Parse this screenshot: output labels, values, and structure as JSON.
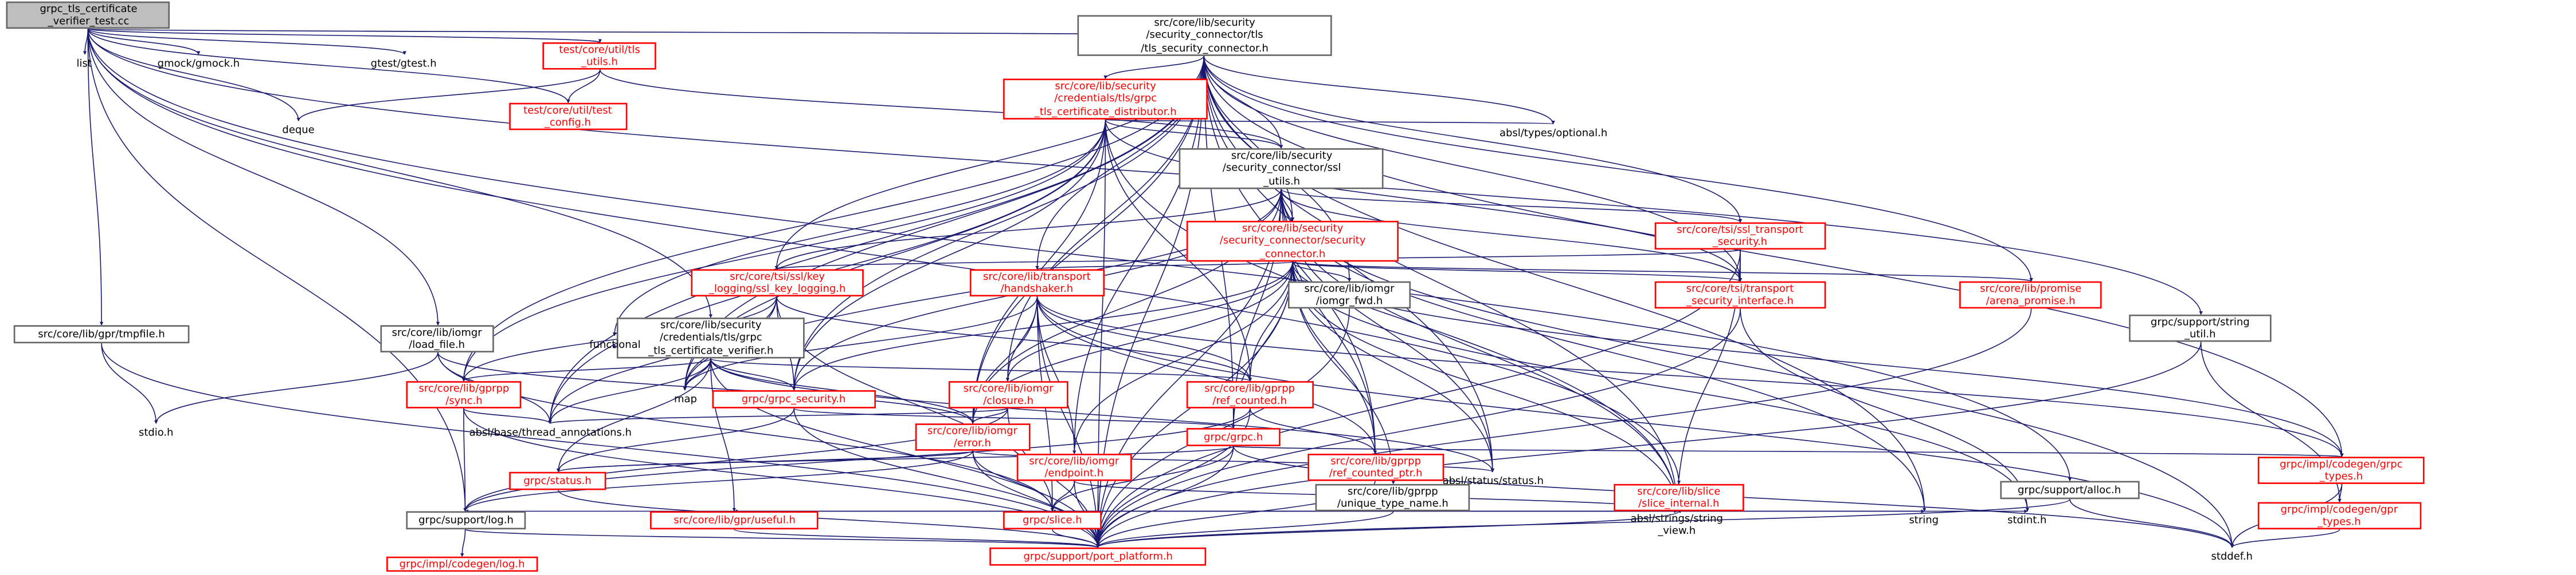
{
  "nodes": {
    "root": {
      "label": "grpc_tls_certificate\n_verifier_test.cc"
    },
    "list": {
      "label": "list"
    },
    "gmock": {
      "label": "gmock/gmock.h"
    },
    "gtest": {
      "label": "gtest/gtest.h"
    },
    "test_utils": {
      "label": "test/core/util/tls\n_utils.h"
    },
    "deque": {
      "label": "deque"
    },
    "test_config": {
      "label": "test/core/util/test\n_config.h"
    },
    "tmpfile": {
      "label": "src/core/lib/gpr/tmpfile.h"
    },
    "load_file": {
      "label": "src/core/lib/iomgr\n/load_file.h"
    },
    "cert_verifier": {
      "label": "src/core/lib/security\n/credentials/tls/grpc\n_tls_certificate_verifier.h"
    },
    "tls_connector": {
      "label": "src/core/lib/security\n/security_connector/tls\n/tls_security_connector.h"
    },
    "cert_distributor": {
      "label": "src/core/lib/security\n/credentials/tls/grpc\n_tls_certificate_distributor.h"
    },
    "ssl_utils": {
      "label": "src/core/lib/security\n/security_connector/ssl\n_utils.h"
    },
    "optional": {
      "label": "absl/types/optional.h"
    },
    "sec_connector": {
      "label": "src/core/lib/security\n/security_connector/security\n_connector.h"
    },
    "ssl_transport_security": {
      "label": "src/core/tsi/ssl_transport\n_security.h"
    },
    "ssl_key_logging": {
      "label": "src/core/tsi/ssl/key\n_logging/ssl_key_logging.h"
    },
    "handshaker": {
      "label": "src/core/lib/transport\n/handshaker.h"
    },
    "iomgr_fwd": {
      "label": "src/core/lib/iomgr\n/iomgr_fwd.h"
    },
    "transport_sec_iface": {
      "label": "src/core/tsi/transport\n_security_interface.h"
    },
    "arena_promise": {
      "label": "src/core/lib/promise\n/arena_promise.h"
    },
    "string_util": {
      "label": "grpc/support/string\n_util.h"
    },
    "sync": {
      "label": "src/core/lib/gprpp\n/sync.h"
    },
    "grpc_security": {
      "label": "grpc/grpc_security.h"
    },
    "closure": {
      "label": "src/core/lib/iomgr\n/closure.h"
    },
    "ref_counted": {
      "label": "src/core/lib/gprpp\n/ref_counted.h"
    },
    "ref_counted_ptr": {
      "label": "src/core/lib/gprpp\n/ref_counted_ptr.h"
    },
    "endpoint": {
      "label": "src/core/lib/iomgr\n/endpoint.h"
    },
    "map": {
      "label": "map"
    },
    "functional": {
      "label": "functional"
    },
    "thread_annotations": {
      "label": "absl/base/thread_annotations.h"
    },
    "stdio": {
      "label": "stdio.h"
    },
    "iomgr_error": {
      "label": "src/core/lib/iomgr\n/error.h"
    },
    "grpc_h": {
      "label": "grpc/grpc.h"
    },
    "status_h": {
      "label": "grpc/status.h"
    },
    "absl_status": {
      "label": "absl/status/status.h"
    },
    "unique_type_name": {
      "label": "src/core/lib/gprpp\n/unique_type_name.h"
    },
    "slice_internal": {
      "label": "src/core/lib/slice\n/slice_internal.h"
    },
    "alloc": {
      "label": "grpc/support/alloc.h"
    },
    "grpc_types": {
      "label": "grpc/impl/codegen/grpc\n_types.h"
    },
    "gpr_types": {
      "label": "grpc/impl/codegen/gpr\n_types.h"
    },
    "log_h": {
      "label": "grpc/support/log.h"
    },
    "useful": {
      "label": "src/core/lib/gpr/useful.h"
    },
    "slice_h": {
      "label": "grpc/slice.h"
    },
    "string_view": {
      "label": "absl/strings/string\n_view.h"
    },
    "string": {
      "label": "string"
    },
    "stdint": {
      "label": "stdint.h"
    },
    "stddef": {
      "label": "stddef.h"
    },
    "port_platform": {
      "label": "grpc/support/port_platform.h"
    },
    "codegen_log": {
      "label": "grpc/impl/codegen/log.h"
    }
  },
  "edge_count": 146,
  "colors": {
    "edge": "#191970",
    "red_border": "#ff0000",
    "root_fill": "#bfbfbf",
    "node_border": "#666666"
  }
}
